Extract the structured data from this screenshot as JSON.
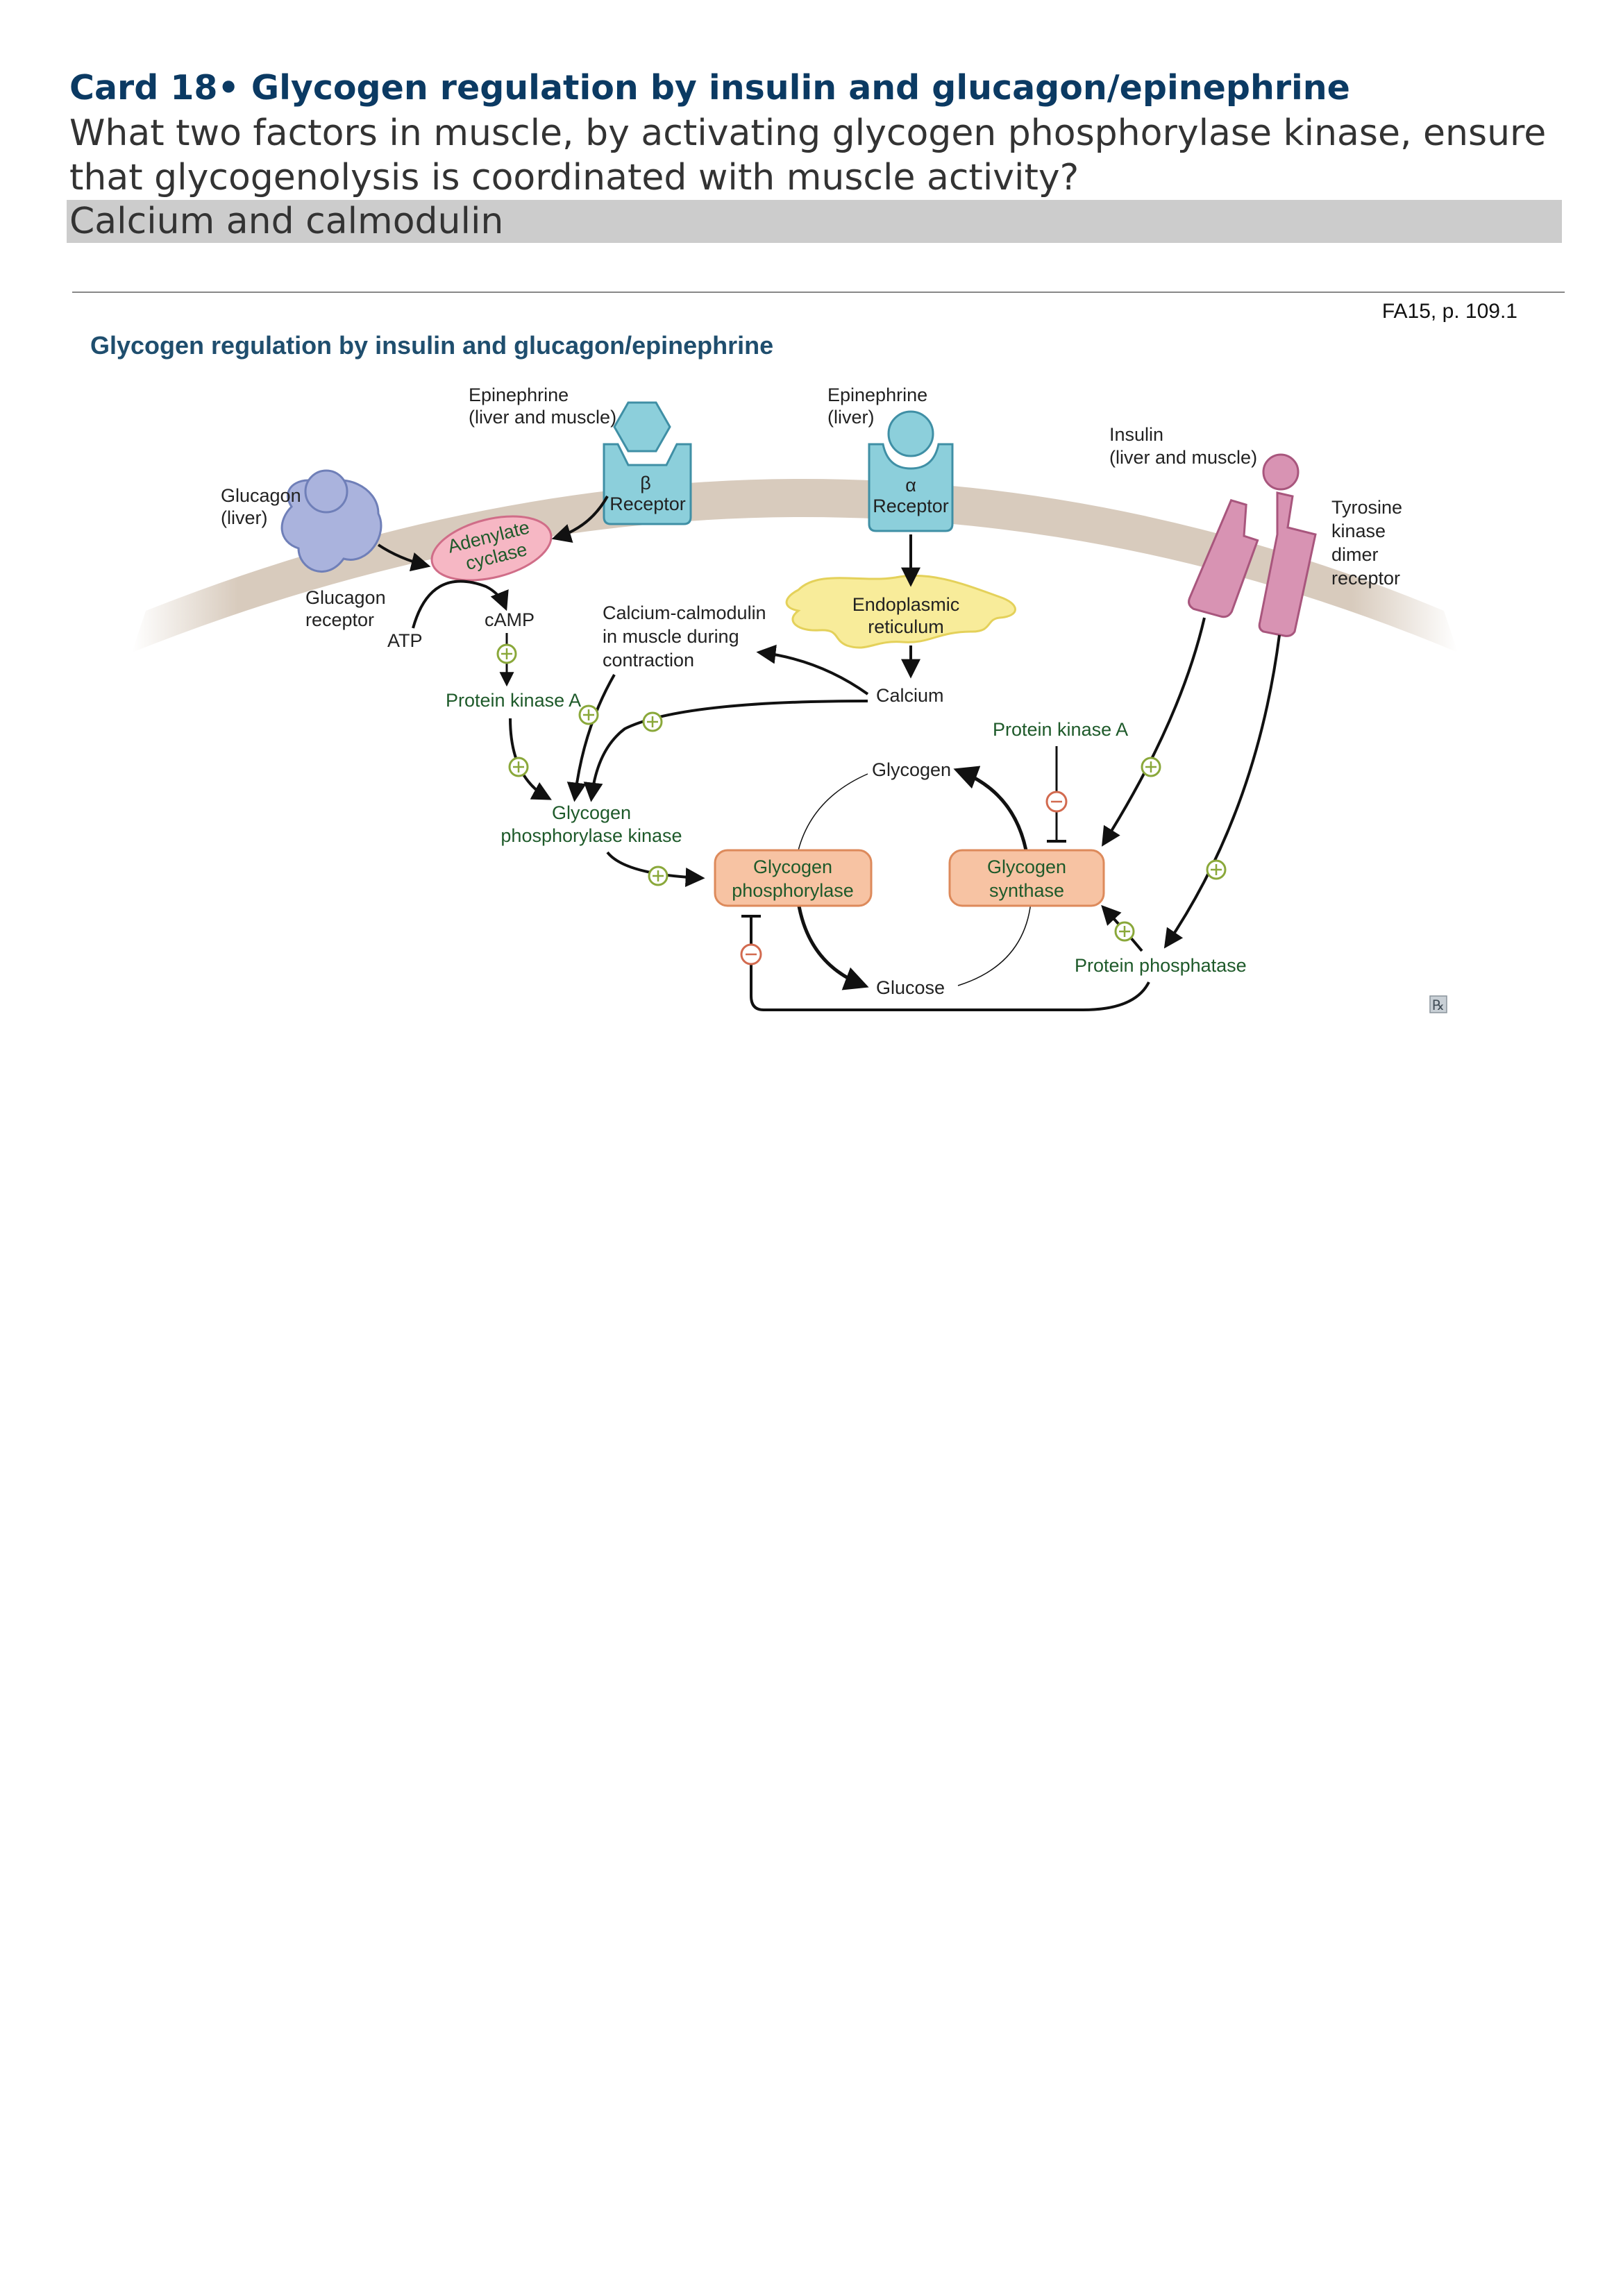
{
  "card": {
    "title": "Card 18• Glycogen regulation by insulin and glucagon/epinephrine",
    "question": "What two factors in muscle, by activating glycogen phosphorylase kinase, ensure that glycogenolysis is coordinated with muscle activity?",
    "answer": "Calcium and calmodulin",
    "reference": "FA15, p. 109.1"
  },
  "figure": {
    "title": "Glycogen regulation by insulin and glucagon/epinephrine",
    "labels": {
      "epi_beta_1": "Epinephrine",
      "epi_beta_2": "(liver and muscle)",
      "epi_alpha_1": "Epinephrine",
      "epi_alpha_2": "(liver)",
      "insulin_1": "Insulin",
      "insulin_2": "(liver and muscle)",
      "glucagon_1": "Glucagon",
      "glucagon_2": "(liver)",
      "glucagon_receptor_1": "Glucagon",
      "glucagon_receptor_2": "receptor",
      "beta_symbol": "β",
      "beta_receptor": "Receptor",
      "alpha_symbol": "α",
      "alpha_receptor": "Receptor",
      "adenylate_1": "Adenylate",
      "adenylate_2": "cyclase",
      "atp": "ATP",
      "camp": "cAMP",
      "pka_left": "Protein kinase A",
      "ca_calm_1": "Calcium-calmodulin",
      "ca_calm_2": "in muscle during",
      "ca_calm_3": "contraction",
      "er_1": "Endoplasmic",
      "er_2": "reticulum",
      "calcium": "Calcium",
      "tyrosine_1": "Tyrosine",
      "tyrosine_2": "kinase",
      "tyrosine_3": "dimer",
      "tyrosine_4": "receptor",
      "pka_right": "Protein kinase A",
      "glycogen": "Glycogen",
      "gpk_1": "Glycogen",
      "gpk_2": "phosphorylase kinase",
      "gp_1": "Glycogen",
      "gp_2": "phosphorylase",
      "gs_1": "Glycogen",
      "gs_2": "synthase",
      "glucose": "Glucose",
      "protein_phosphatase": "Protein phosphatase",
      "rx_logo": "℞"
    },
    "colors": {
      "membrane": "#d8cbbd",
      "glucagon": "#aab3dd",
      "receptor": "#8ccfdb",
      "adenylate": "#f6b7c4",
      "er": "#f8ec9a",
      "tyrosine": "#d893b3",
      "enzyme": "#f7c3a3",
      "activation": "#8aa83a",
      "inhibition": "#d26a4f"
    }
  }
}
